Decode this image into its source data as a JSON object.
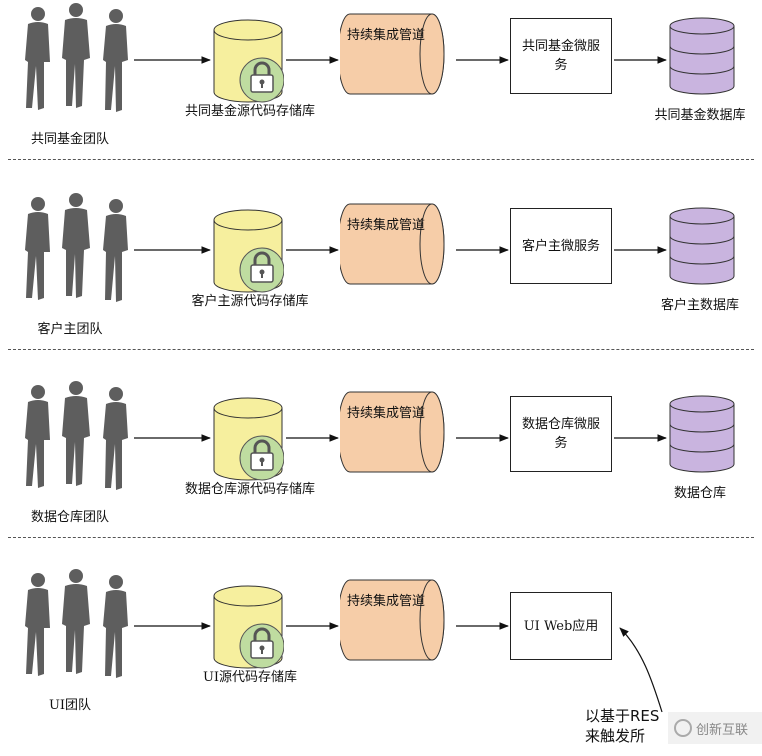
{
  "lanes": [
    {
      "team_label": "共同基金团队",
      "repo_label": "共同基金源代码存储库",
      "pipeline_label": "持续集成管道",
      "service_label": "共同基金微服务",
      "db_label": "共同基金数据库",
      "has_db": true
    },
    {
      "team_label": "客户主团队",
      "repo_label": "客户主源代码存储库",
      "pipeline_label": "持续集成管道",
      "service_label": "客户主微服务",
      "db_label": "客户主数据库",
      "has_db": true
    },
    {
      "team_label": "数据仓库团队",
      "repo_label": "数据仓库源代码存储库",
      "pipeline_label": "持续集成管道",
      "service_label": "数据仓库微服务",
      "db_label": "数据仓库",
      "has_db": true
    },
    {
      "team_label": "UI团队",
      "repo_label": "UI源代码存储库",
      "pipeline_label": "持续集成管道",
      "service_label": "UI Web应用",
      "db_label": "",
      "has_db": false
    }
  ],
  "note": {
    "line1": "以基于RES",
    "line2": "来触发所"
  },
  "watermark": {
    "text": "创新互联"
  },
  "colors": {
    "repo_fill": "#f6ef9e",
    "lock_fill": "#bfdca0",
    "pipeline_fill": "#f6cda8",
    "db_fill": "#c9b4df",
    "person_fill": "#5e5e5e"
  }
}
